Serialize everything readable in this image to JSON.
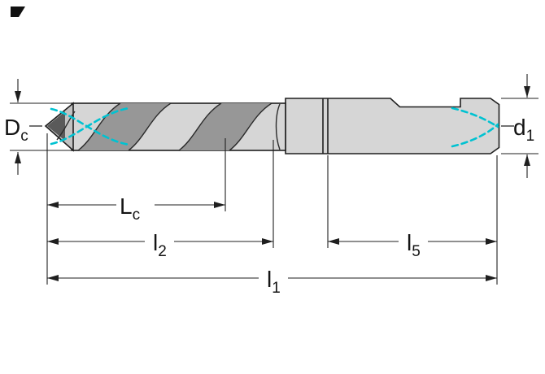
{
  "diagram": {
    "labels": {
      "cutting_diameter": {
        "main": "D",
        "sub": "c"
      },
      "shank_diameter": {
        "main": "d",
        "sub": "1"
      },
      "flute_usable_length": {
        "main": "L",
        "sub": "c"
      },
      "length_l2": {
        "main": "l",
        "sub": "2"
      },
      "shank_clamping_length": {
        "main": "l",
        "sub": "5"
      },
      "overall_length": {
        "main": "l",
        "sub": "1"
      }
    },
    "colors": {
      "coolant": "#00c2d1",
      "body_fill": "#d6d6d6",
      "line": "#1f1f1f"
    }
  }
}
